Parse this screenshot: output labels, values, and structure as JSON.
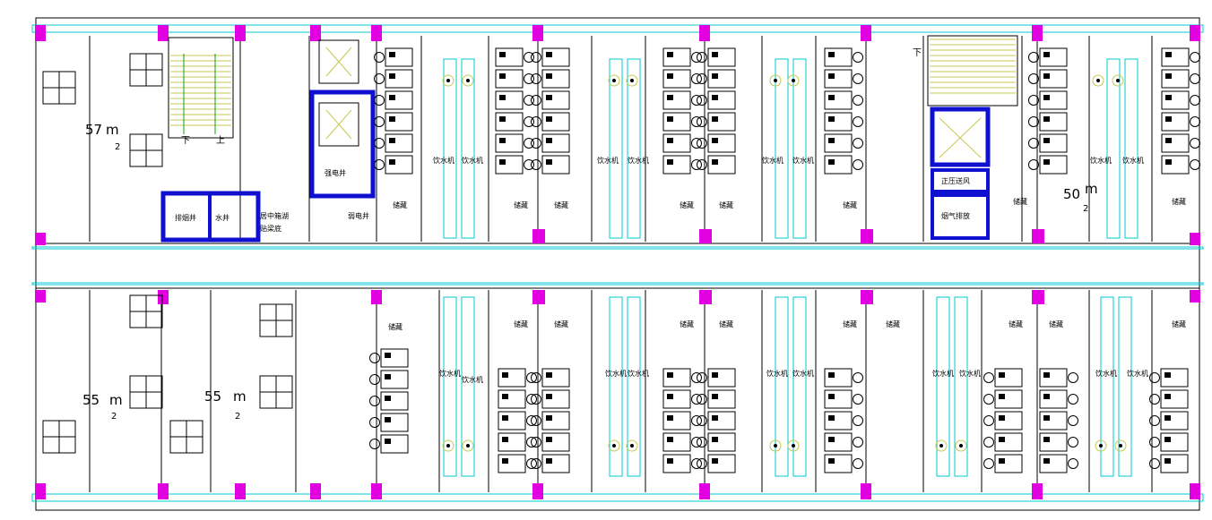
{
  "colors": {
    "wall": "#000000",
    "cyan": "#00c8d0",
    "column": "#e000e0",
    "core": "#1010d0",
    "stair": "#c8c850",
    "green": "#10a010"
  },
  "areas": [
    {
      "num": "57",
      "unit": "m",
      "sup": "2"
    },
    {
      "num": "55",
      "unit": "m",
      "sup": "2"
    },
    {
      "num": "55",
      "unit": "m",
      "sup": "2"
    },
    {
      "num": "50",
      "unit": "m",
      "sup": "2"
    }
  ],
  "stair_labels": {
    "down": "下",
    "up": "上",
    "down2": "下"
  },
  "core_labels": {
    "smoke_shaft": "排烟井",
    "water_shaft": "水井",
    "unit_box_1": "居中箱湖",
    "unit_box_2": "贴梁底",
    "strong_shaft": "强电井",
    "weak_shaft": "弱电井",
    "pressure_air": "正压送风",
    "exhaust": "烟气排放"
  },
  "storage": "储藏",
  "water_dispenser": "饮水机",
  "icons": [
    "elevator-icon",
    "stair-icon",
    "desk-icon",
    "chair-icon",
    "column-icon"
  ]
}
